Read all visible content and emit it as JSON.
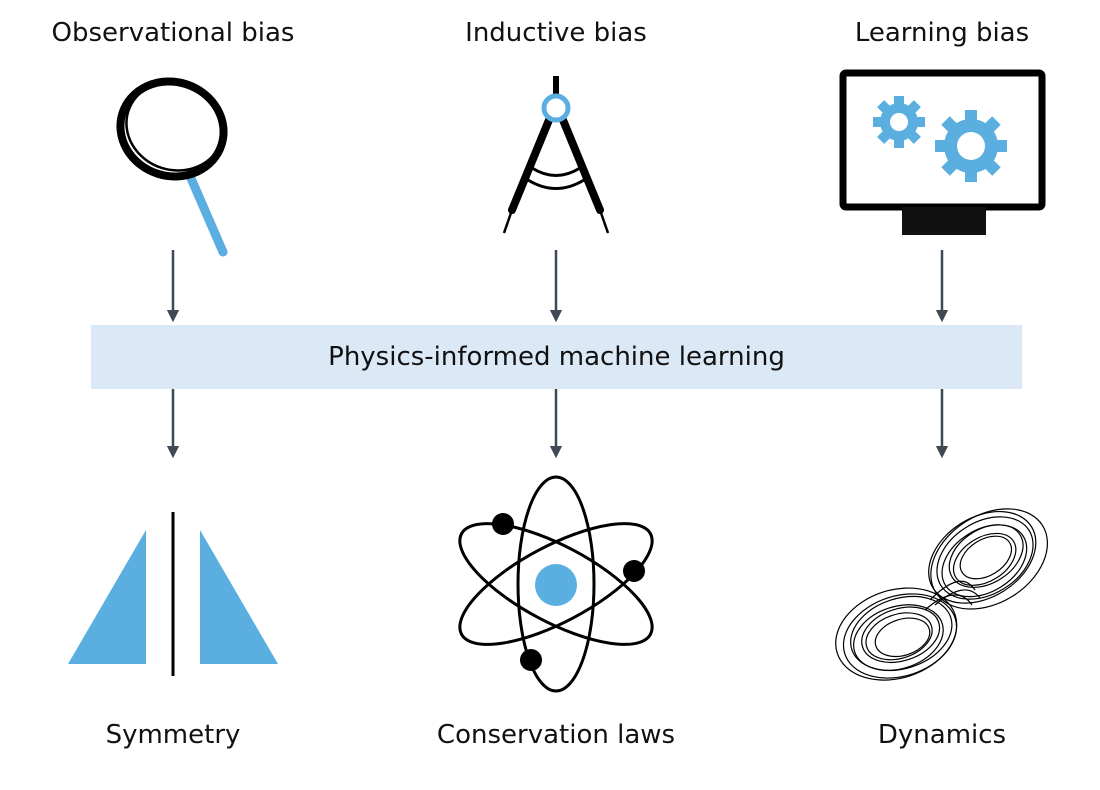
{
  "biases": [
    {
      "label": "Observational bias",
      "icon": "magnifying-glass-icon"
    },
    {
      "label": "Inductive bias",
      "icon": "drafting-compass-icon"
    },
    {
      "label": "Learning bias",
      "icon": "monitor-gears-icon"
    }
  ],
  "center": {
    "label": "Physics-informed machine learning"
  },
  "outcomes": [
    {
      "label": "Symmetry",
      "icon": "mirrored-triangles-icon"
    },
    {
      "label": "Conservation laws",
      "icon": "atom-icon"
    },
    {
      "label": "Dynamics",
      "icon": "lorenz-attractor-icon"
    }
  ],
  "colors": {
    "accent": "#5aaee0",
    "band": "#dbe8f5",
    "arrow": "#3d4a55",
    "ink": "#111111"
  }
}
